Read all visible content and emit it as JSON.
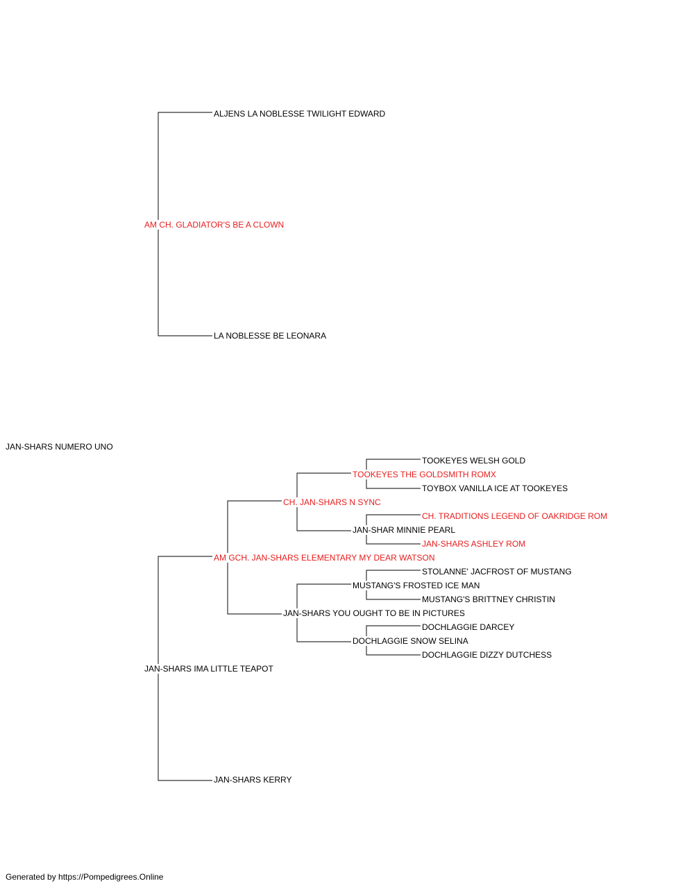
{
  "pedigree": {
    "subject": {
      "name": "JAN-SHARS NUMERO UNO",
      "champion": false
    },
    "sire": {
      "name": "AM CH. GLADIATOR'S BE A CLOWN",
      "champion": true,
      "sire": {
        "name": "ALJENS LA NOBLESSE TWILIGHT EDWARD",
        "champion": false
      },
      "dam": {
        "name": "LA NOBLESSE BE LEONARA",
        "champion": false
      }
    },
    "dam": {
      "name": "JAN-SHARS IMA LITTLE TEAPOT",
      "champion": false,
      "sire": {
        "name": "AM GCH. JAN-SHARS ELEMENTARY MY DEAR WATSON",
        "champion": true,
        "sire": {
          "name": "CH. JAN-SHARS N SYNC",
          "champion": true,
          "sire": {
            "name": "TOOKEYES THE GOLDSMITH ROMX",
            "champion": true,
            "sire": {
              "name": "TOOKEYES WELSH GOLD",
              "champion": false
            },
            "dam": {
              "name": "TOYBOX VANILLA ICE AT TOOKEYES",
              "champion": false
            }
          },
          "dam": {
            "name": "JAN-SHAR MINNIE PEARL",
            "champion": false,
            "sire": {
              "name": "CH. TRADITIONS LEGEND OF OAKRIDGE ROM",
              "champion": true
            },
            "dam": {
              "name": "JAN-SHARS ASHLEY ROM",
              "champion": true
            }
          }
        },
        "dam": {
          "name": "JAN-SHARS YOU OUGHT TO BE IN PICTURES",
          "champion": false,
          "sire": {
            "name": "MUSTANG'S FROSTED ICE MAN",
            "champion": false,
            "sire": {
              "name": "STOLANNE' JACFROST OF MUSTANG",
              "champion": false
            },
            "dam": {
              "name": "MUSTANG'S BRITTNEY CHRISTIN",
              "champion": false
            }
          },
          "dam": {
            "name": "DOCHLAGGIE SNOW SELINA",
            "champion": false,
            "sire": {
              "name": "DOCHLAGGIE DARCEY",
              "champion": false
            },
            "dam": {
              "name": "DOCHLAGGIE DIZZY DUTCHESS",
              "champion": false
            }
          }
        }
      },
      "dam": {
        "name": "JAN-SHARS KERRY",
        "champion": false
      }
    }
  },
  "colors": {
    "champion": "#e81c1c",
    "default": "#000000",
    "lines": "#333333"
  },
  "footer": {
    "text": "Generated by https://Pompedigrees.Online"
  }
}
